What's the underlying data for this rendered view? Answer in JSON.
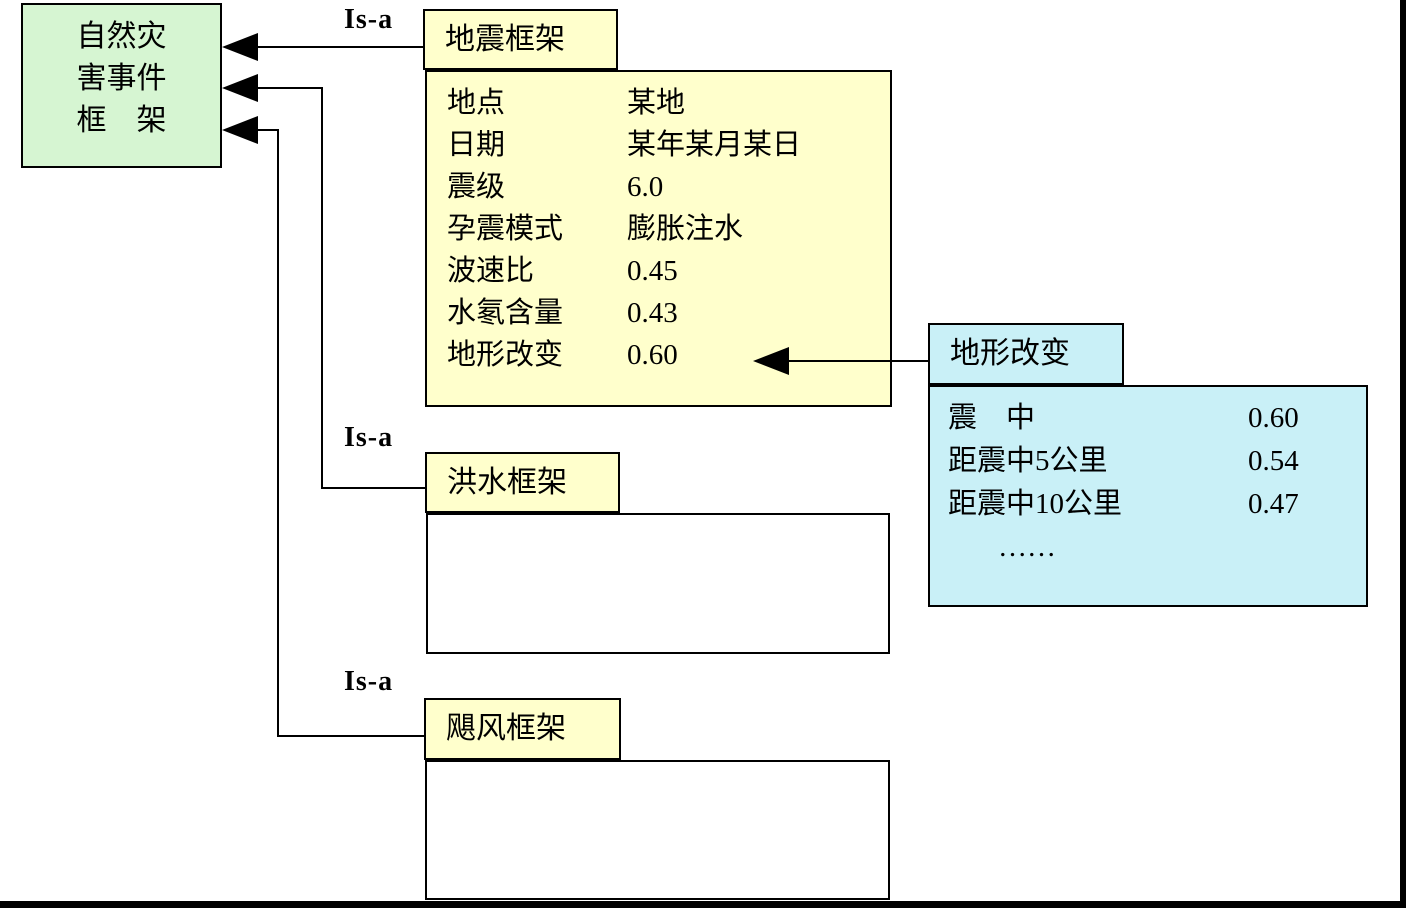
{
  "colors": {
    "root_fill": "#d6f5d2",
    "frame_fill": "#ffffcc",
    "detail_fill": "#c9f0f7",
    "line": "#000000"
  },
  "relation": {
    "label": "Is-a"
  },
  "root_frame": {
    "lines": [
      "自然灾",
      "害事件",
      "框　架"
    ]
  },
  "earthquake_frame": {
    "title": "地震框架",
    "slots": [
      {
        "label": "地点",
        "value": "某地"
      },
      {
        "label": "日期",
        "value": "某年某月某日"
      },
      {
        "label": "震级",
        "value": "6.0"
      },
      {
        "label": "孕震模式",
        "value": "膨胀注水"
      },
      {
        "label": "波速比",
        "value": "0.45"
      },
      {
        "label": "水氡含量",
        "value": "0.43"
      },
      {
        "label": "地形改变",
        "value": "0.60"
      }
    ]
  },
  "terrain_frame": {
    "title": "地形改变",
    "slots": [
      {
        "label": "震　中",
        "value": "0.60"
      },
      {
        "label": "距震中5公里",
        "value": "0.54"
      },
      {
        "label": "距震中10公里",
        "value": "0.47"
      }
    ],
    "ellipsis": "……"
  },
  "flood_frame": {
    "title": "洪水框架"
  },
  "hurricane_frame": {
    "title": "飓风框架"
  }
}
